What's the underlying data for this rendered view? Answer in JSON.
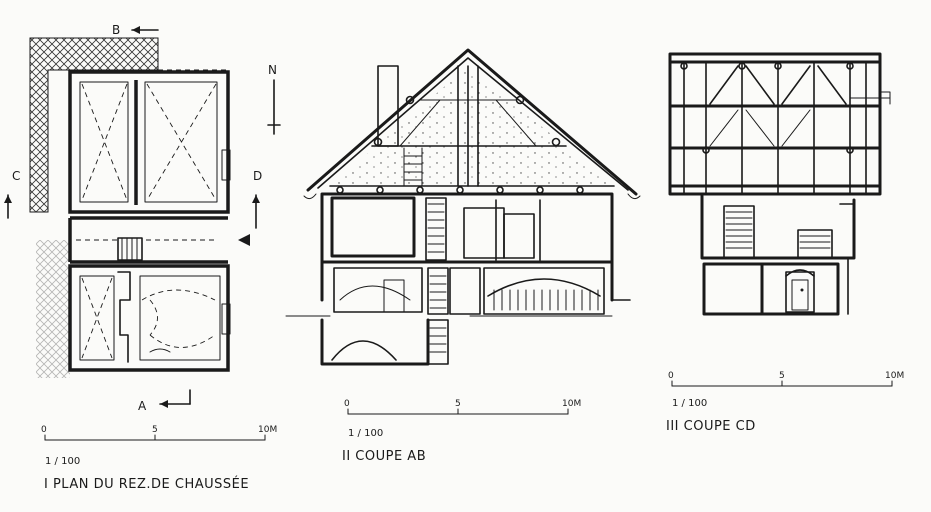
{
  "plan": {
    "marker_b": "B",
    "marker_c": "C",
    "marker_d": "D",
    "marker_a": "A",
    "north": "N",
    "scale_0": "0",
    "scale_5": "5",
    "scale_10": "10M",
    "scale_ratio": "1 / 100",
    "caption": "I  PLAN  DU  REZ.DE  CHAUSSÉE"
  },
  "section_ab": {
    "scale_0": "0",
    "scale_5": "5",
    "scale_10": "10M",
    "scale_ratio": "1 / 100",
    "caption": "II  COUPE   AB"
  },
  "section_cd": {
    "scale_0": "0",
    "scale_5": "5",
    "scale_10": "10M",
    "scale_ratio": "1 / 100",
    "caption": "III  COUPE  CD"
  }
}
